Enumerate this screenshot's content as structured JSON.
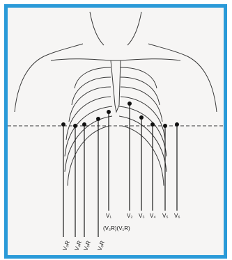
{
  "colors": {
    "frame": "#2a9ad8",
    "background": "#f6f5f4",
    "ink": "#1a1a1a"
  },
  "labels": {
    "right_leads": [
      "V₁",
      "V₂",
      "V₃",
      "V₄",
      "V₅",
      "V₆"
    ],
    "right_sided_note": "(V₂R)(V₁R)",
    "left_leads": [
      "V₃R",
      "V₄R",
      "V₅R",
      "V₆R"
    ]
  }
}
